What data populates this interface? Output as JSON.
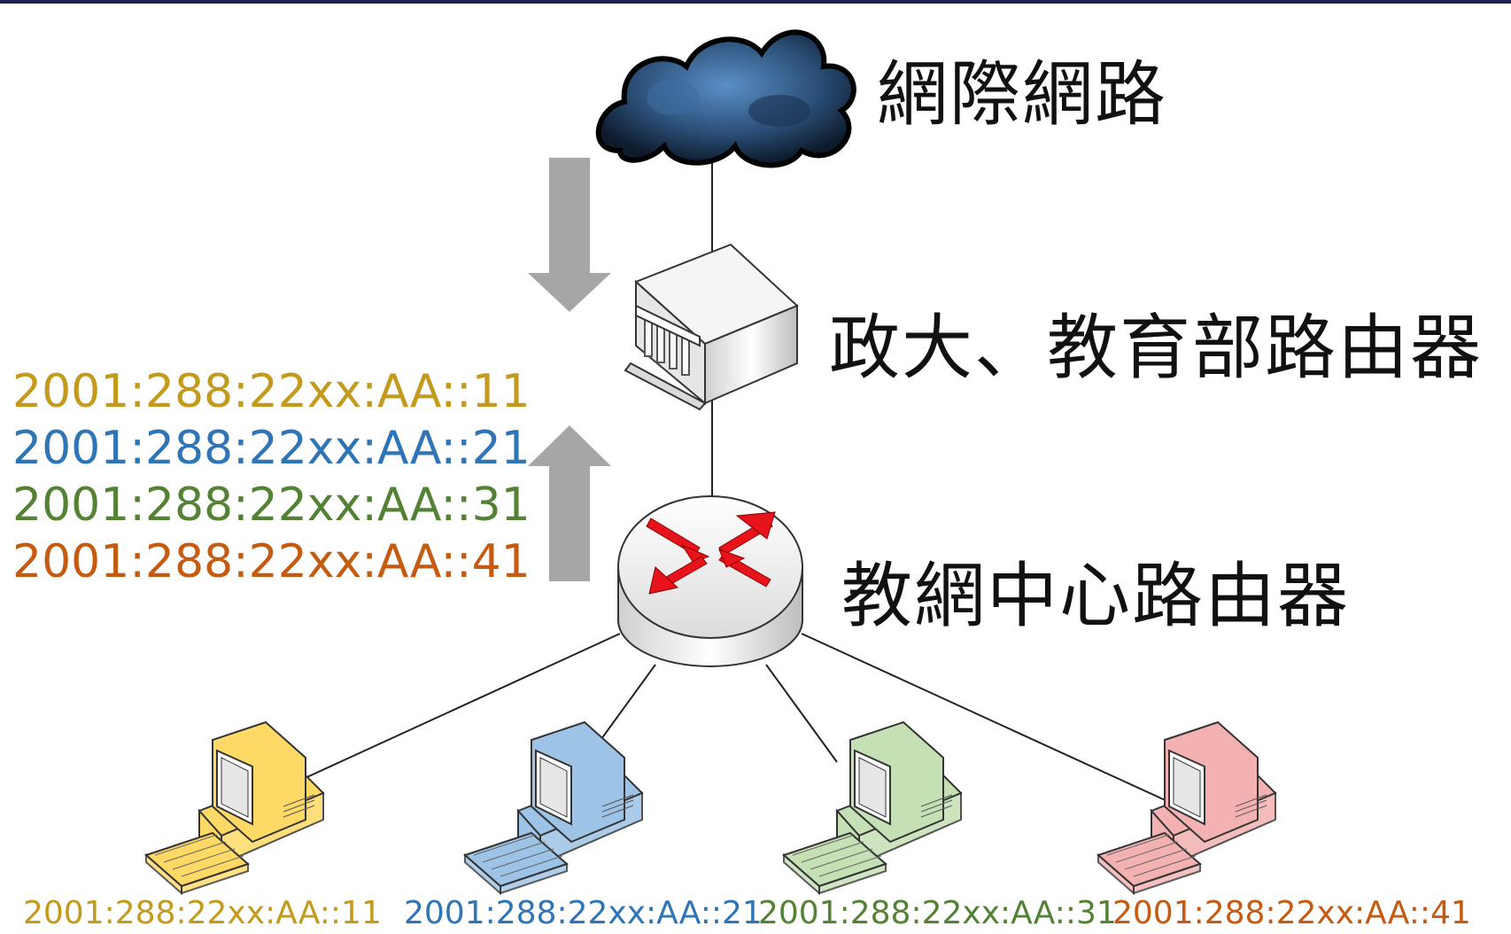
{
  "nodes": {
    "internet": {
      "label": "網際網路",
      "icon": "cloud-icon"
    },
    "upstream_router": {
      "label": "政大、教育部路由器",
      "icon": "building-router-icon"
    },
    "center_router": {
      "label": "教網中心路由器",
      "icon": "router-icon"
    }
  },
  "address_list": [
    {
      "text": "2001:288:22xx:AA::11",
      "color": "#c49a1c"
    },
    {
      "text": "2001:288:22xx:AA::21",
      "color": "#2e75b6"
    },
    {
      "text": "2001:288:22xx:AA::31",
      "color": "#548235"
    },
    {
      "text": "2001:288:22xx:AA::41",
      "color": "#c55a11"
    }
  ],
  "computers": [
    {
      "address": "2001:288:22xx:AA::11",
      "color": "#c49a1c",
      "body_color": "#ffd966",
      "icon": "computer-icon"
    },
    {
      "address": "2001:288:22xx:AA::21",
      "color": "#2e75b6",
      "body_color": "#9dc3e6",
      "icon": "computer-icon"
    },
    {
      "address": "2001:288:22xx:AA::31",
      "color": "#548235",
      "body_color": "#c5e0b4",
      "icon": "computer-icon"
    },
    {
      "address": "2001:288:22xx:AA::41",
      "color": "#c55a11",
      "body_color": "#f4b1b1",
      "icon": "computer-icon"
    }
  ],
  "arrows": {
    "down": "arrow-down-icon",
    "up": "arrow-up-icon",
    "color": "#a6a6a6"
  }
}
